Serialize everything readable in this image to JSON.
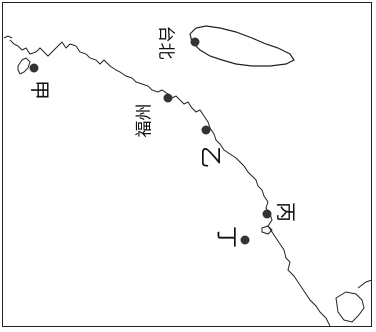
{
  "map": {
    "labels": {
      "taipei": "台北",
      "fuzhou": "福州",
      "jia": "甲",
      "yi": "乙",
      "bing": "丙",
      "ding": "丁"
    },
    "colors": {
      "line": "#222222",
      "point": "#333333",
      "background": "#ffffff"
    }
  }
}
